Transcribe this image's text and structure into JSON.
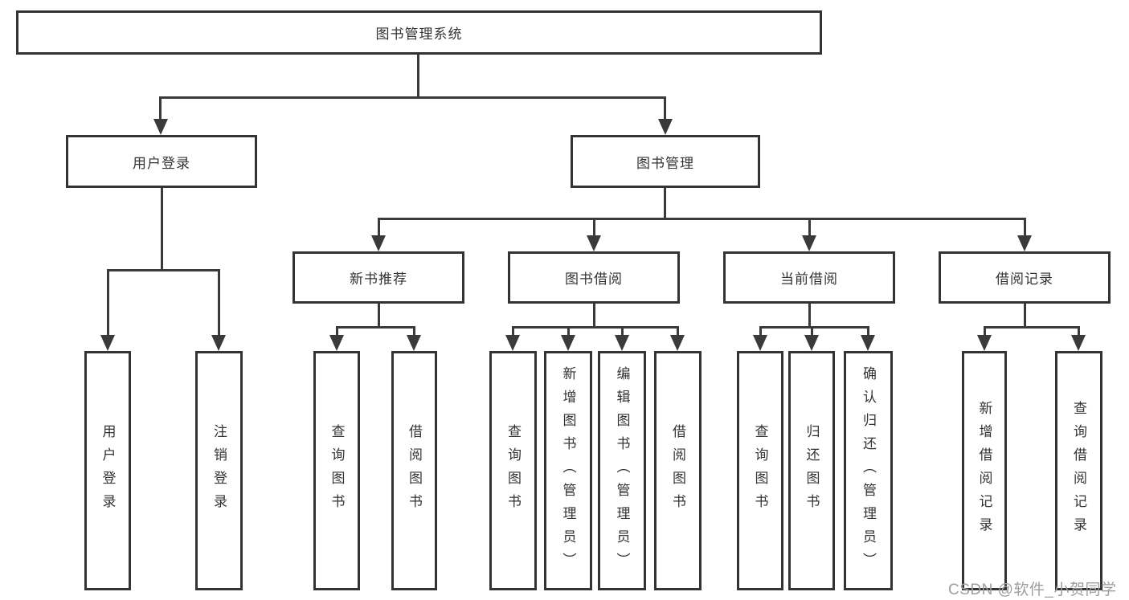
{
  "watermark": "CSDN @软件_小贺同学",
  "colors": {
    "line": "#3a3a3a",
    "border": "#333333",
    "text": "#333333",
    "background": "#ffffff",
    "watermark": "#9e9e9e"
  },
  "root": {
    "label": "图书管理系统"
  },
  "branches": [
    {
      "label": "用户登录",
      "children": [
        {
          "label": "用户登录"
        },
        {
          "label": "注销登录"
        }
      ]
    },
    {
      "label": "图书管理",
      "children": [
        {
          "label": "新书推荐",
          "children": [
            {
              "label": "查询图书"
            },
            {
              "label": "借阅图书"
            }
          ]
        },
        {
          "label": "图书借阅",
          "children": [
            {
              "label": "查询图书"
            },
            {
              "label": "新增图书（管理员）"
            },
            {
              "label": "编辑图书（管理员）"
            },
            {
              "label": "借阅图书"
            }
          ]
        },
        {
          "label": "当前借阅",
          "children": [
            {
              "label": "查询图书"
            },
            {
              "label": "归还图书"
            },
            {
              "label": "确认归还（管理员）"
            }
          ]
        },
        {
          "label": "借阅记录",
          "children": [
            {
              "label": "新增借阅记录"
            },
            {
              "label": "查询借阅记录"
            }
          ]
        }
      ]
    }
  ]
}
